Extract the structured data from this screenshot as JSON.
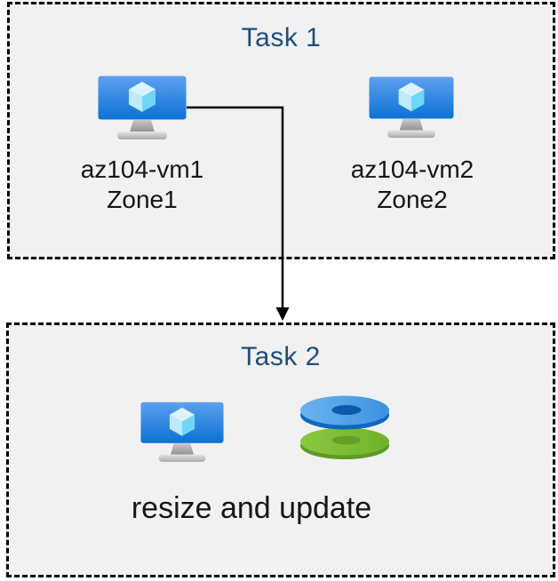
{
  "task1": {
    "title": "Task 1",
    "vms": [
      {
        "name": "az104-vm1",
        "zone": "Zone1",
        "icon": "virtual-machine-icon"
      },
      {
        "name": "az104-vm2",
        "zone": "Zone2",
        "icon": "virtual-machine-icon"
      }
    ]
  },
  "connector": {
    "icon": "elbow-arrow-down-icon"
  },
  "task2": {
    "title": "Task 2",
    "caption": "resize and update",
    "icons": [
      "virtual-machine-icon",
      "disks-icon"
    ]
  },
  "colors": {
    "title_text": "#1f4e79",
    "label_text": "#151515",
    "box_bg": "#f1f1f2",
    "box_border": "#000000",
    "vm_monitor_top": "#5ea0ef",
    "vm_monitor_bottom": "#0a72d4",
    "vm_cube_top": "#dcf3fd",
    "vm_cube_left": "#bfeafb",
    "vm_cube_right": "#6fd7f7",
    "disk_blue_top_light": "#6cb3ee",
    "disk_blue_top_dark": "#3b92e0",
    "disk_blue_rim": "#0d6ac2",
    "disk_blue_hole": "#0d5aa8",
    "disk_green_top_light": "#8bc841",
    "disk_green_top_dark": "#6fb32a",
    "disk_green_rim": "#5c9b24",
    "disk_green_hole": "#639f27",
    "arrow": "#000000"
  }
}
